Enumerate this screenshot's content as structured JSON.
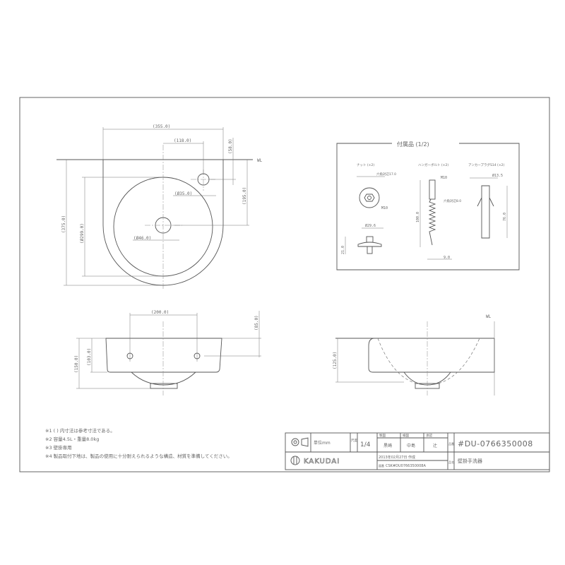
{
  "top_view": {
    "width": "(355.0)",
    "faucet_offset": "(118.0)",
    "faucet_from_wl": "(58.0)",
    "drain_from_wl": "(195.0)",
    "depth": "(375.0)",
    "bowl_dia": "(Ø299.0)",
    "faucet_hole": "(Ø35.0)",
    "drain_hole": "(Ø46.0)",
    "wl": "WL"
  },
  "front_view": {
    "bolt_pitch": "(200.0)",
    "bolt_from_top": "(85.0)",
    "height": "(150.0)",
    "body_height": "(103.0)"
  },
  "side_view": {
    "height": "(125.0)",
    "wl": "WL"
  },
  "accessories": {
    "title": "付属品 (1/2)",
    "nut": {
      "label": "ナット (×2)",
      "across_flats": "六角対辺17.0",
      "thread": "M10",
      "dia": "Ø29.6",
      "height": "21.0"
    },
    "hanger_bolt": {
      "label": "ハンガーボルト (×2)",
      "thread": "M10",
      "across_flats": "六角対辺8.0",
      "length": "100.0",
      "dia": "9.0"
    },
    "anchor": {
      "label": "アンカープラグS14 (×2)",
      "dia": "Ø13.5",
      "length": "76.0"
    }
  },
  "notes": [
    "※1  (  ) 内寸法は参考寸法である。",
    "※2  容量4.5L・重量8.0kg",
    "※3  壁掛専用",
    "※4  製品取付下地は、製品の使用に十分耐えられるような構造、材質を準備してください。"
  ],
  "title_block": {
    "unit": "単位mm",
    "scale_label": "尺度",
    "scale": "1/4",
    "drawn_label": "製図",
    "checked_label": "検図",
    "approved_label": "承認",
    "drawn_by": "黒崎",
    "checked_by": "中島",
    "approved_by": "辻",
    "date": "2013年02月27日 作成",
    "drawing_no_label": "図番",
    "drawing_no": "CSK#DU0766350008A",
    "part_no_label": "品番",
    "part_no": "#DU-0766350008",
    "name_label": "品名",
    "name": "壁掛手洗器",
    "brand": "KAKUDAI"
  }
}
